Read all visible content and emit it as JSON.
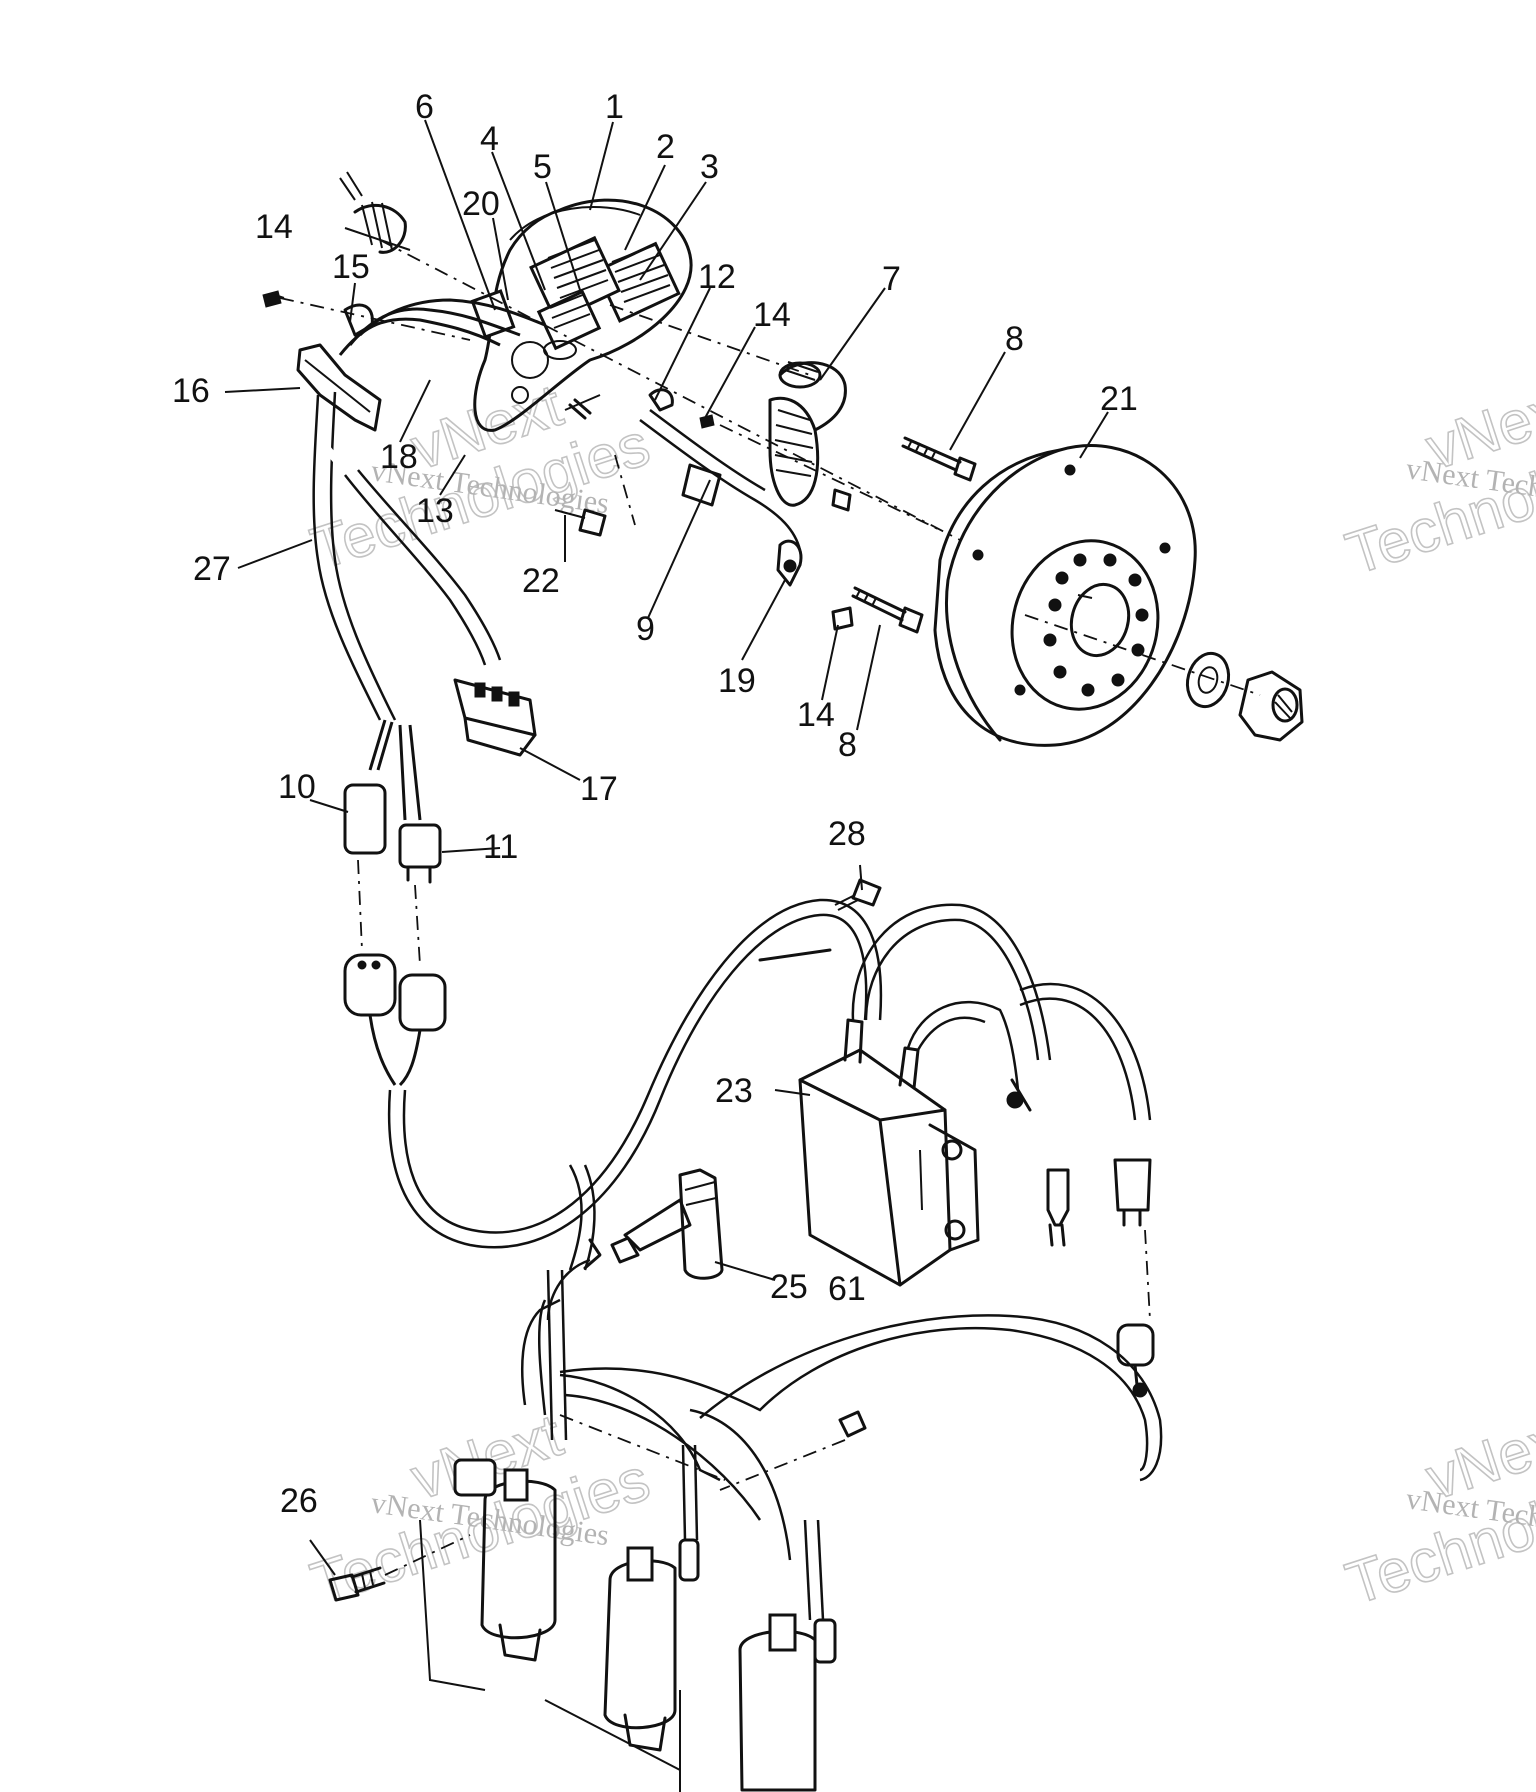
{
  "callouts": [
    {
      "id": "1",
      "text": "1"
    },
    {
      "id": "2",
      "text": "2"
    },
    {
      "id": "3",
      "text": "3"
    },
    {
      "id": "4",
      "text": "4"
    },
    {
      "id": "5",
      "text": "5"
    },
    {
      "id": "6",
      "text": "6"
    },
    {
      "id": "7",
      "text": "7"
    },
    {
      "id": "8a",
      "text": "8"
    },
    {
      "id": "8b",
      "text": "8"
    },
    {
      "id": "9",
      "text": "9"
    },
    {
      "id": "10",
      "text": "10"
    },
    {
      "id": "11",
      "text": "11"
    },
    {
      "id": "12",
      "text": "12"
    },
    {
      "id": "13",
      "text": "13"
    },
    {
      "id": "14a",
      "text": "14"
    },
    {
      "id": "14b",
      "text": "14"
    },
    {
      "id": "14c",
      "text": "14"
    },
    {
      "id": "15",
      "text": "15"
    },
    {
      "id": "16",
      "text": "16"
    },
    {
      "id": "17",
      "text": "17"
    },
    {
      "id": "18",
      "text": "18"
    },
    {
      "id": "19",
      "text": "19"
    },
    {
      "id": "20",
      "text": "20"
    },
    {
      "id": "21",
      "text": "21"
    },
    {
      "id": "22",
      "text": "22"
    },
    {
      "id": "23",
      "text": "23"
    },
    {
      "id": "25",
      "text": "25"
    },
    {
      "id": "26",
      "text": "26"
    },
    {
      "id": "27",
      "text": "27"
    },
    {
      "id": "28",
      "text": "28"
    }
  ],
  "watermark": {
    "line1": "vNext",
    "line2": "Technologies",
    "caption": "vNext Technologies"
  },
  "stray_mark": "61"
}
